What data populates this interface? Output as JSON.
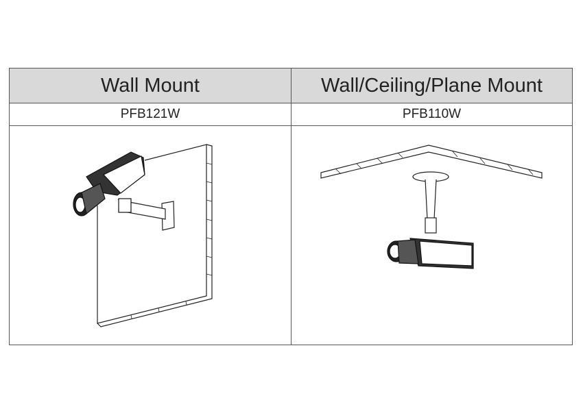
{
  "table": {
    "headers": [
      "Wall Mount",
      "Wall/Ceiling/Plane Mount"
    ],
    "models": [
      "PFB121W",
      "PFB110W"
    ]
  }
}
